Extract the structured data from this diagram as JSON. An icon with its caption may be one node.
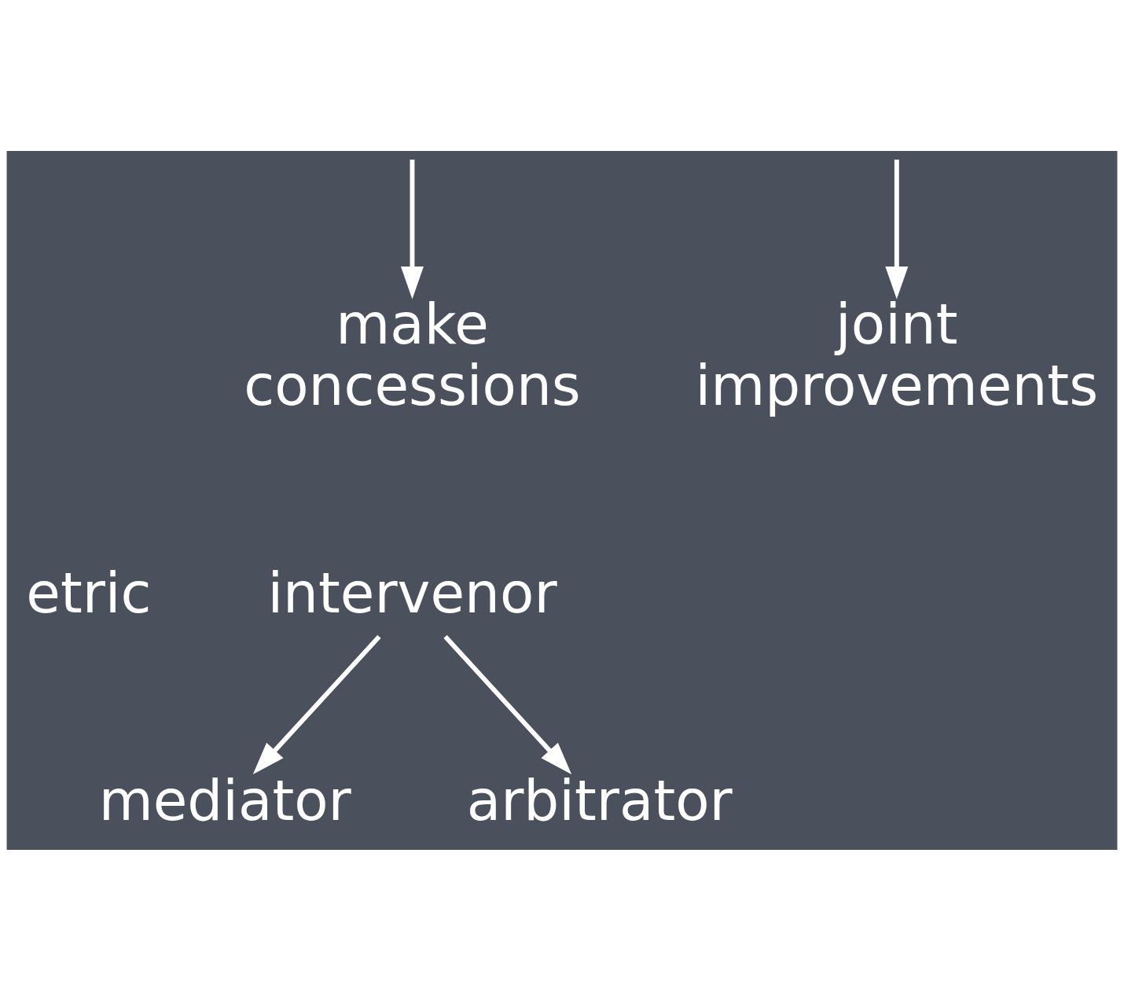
{
  "diagram": {
    "nodes": [
      {
        "text": [
          "make concessions"
        ]
      },
      {
        "text": [
          "joint improvements"
        ]
      },
      {
        "text": [
          "intervenor"
        ]
      },
      {
        "text": [
          "mediator"
        ]
      },
      {
        "text": [
          "arbitrator"
        ]
      }
    ],
    "edges": [
      {
        "from": null,
        "to": 0,
        "arrow": "to"
      },
      {
        "from": null,
        "to": 1,
        "arrow": "to"
      },
      {
        "from": 2,
        "to": 3,
        "arrow": "to"
      },
      {
        "from": 2,
        "to": 4,
        "arrow": "to"
      }
    ],
    "labels": [
      "etric"
    ]
  }
}
